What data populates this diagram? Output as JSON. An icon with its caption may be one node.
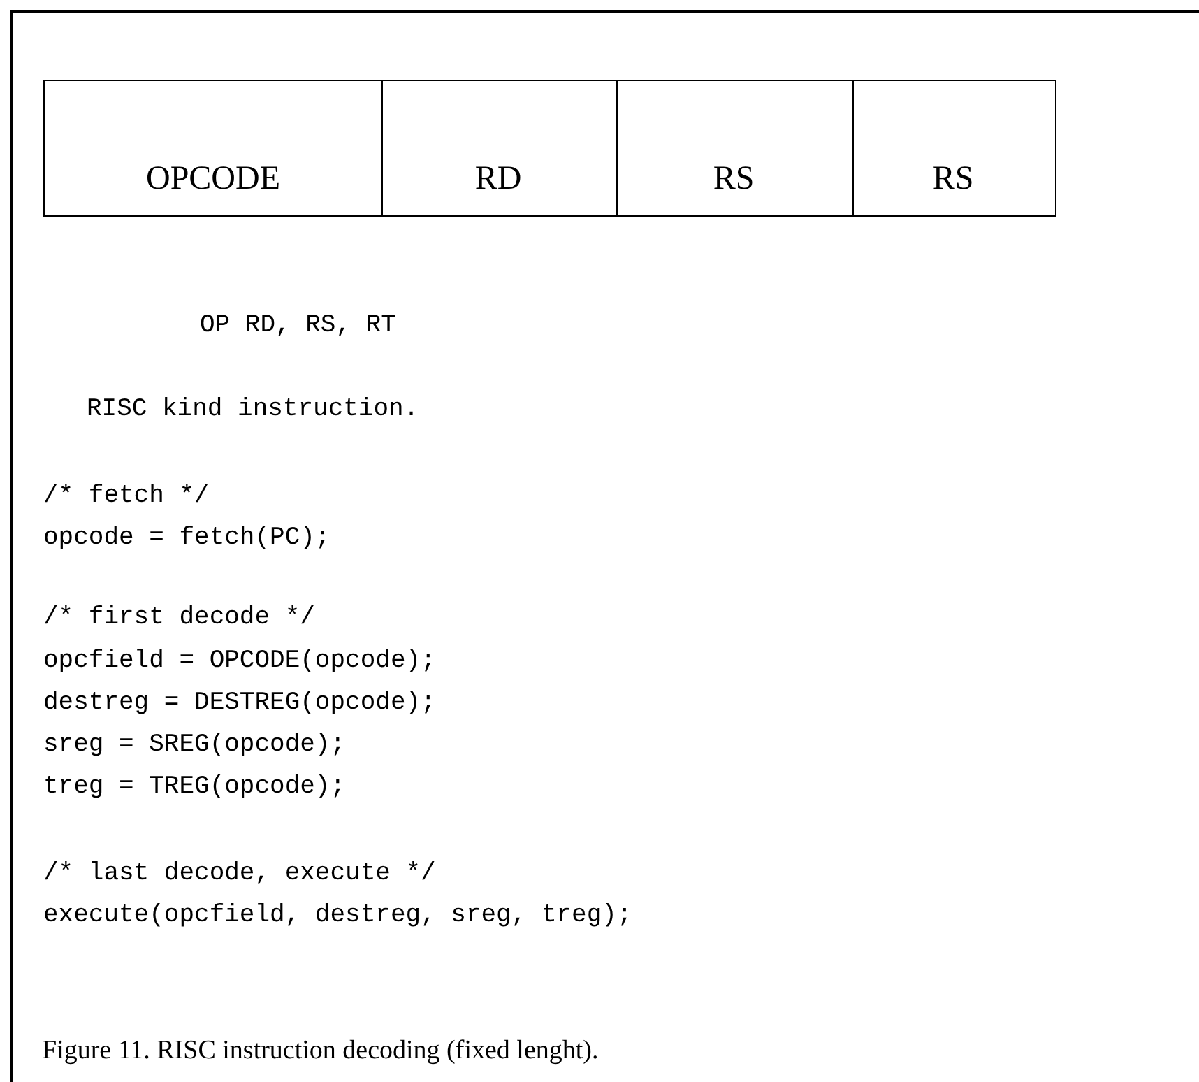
{
  "diagram": {
    "caption": "Figure 11.  RISC instruction decoding (fixed lenght).",
    "nodes": [
      {
        "text": [
          "OPCODE"
        ]
      },
      {
        "text": [
          "RD"
        ]
      },
      {
        "text": [
          "RS"
        ]
      },
      {
        "text": [
          "RS"
        ]
      }
    ],
    "labels": [
      "OP RD, RS, RT",
      "RISC kind instruction.",
      "/* fetch */",
      "opcode = fetch(PC);",
      "/* first decode */",
      "opcfield = OPCODE(opcode);",
      "destreg = DESTREG(opcode);",
      "sreg = SREG(opcode);",
      "treg = TREG(opcode);",
      "/* last decode, execute */",
      "execute(opcfield, destreg, sreg, treg);"
    ]
  }
}
